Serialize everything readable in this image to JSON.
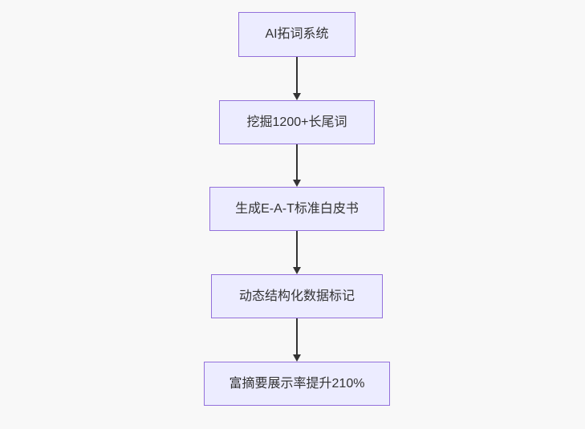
{
  "diagram": {
    "type": "flowchart",
    "direction": "top-down",
    "colors": {
      "background": "#f8f8f8",
      "node_fill": "#ECECFF",
      "node_border": "#9370DB",
      "node_text": "#333333",
      "arrow": "#333333"
    },
    "nodes": [
      {
        "id": "A",
        "label": "AI拓词系统"
      },
      {
        "id": "B",
        "label": "挖掘1200+长尾词"
      },
      {
        "id": "C",
        "label": "生成E-A-T标准白皮书"
      },
      {
        "id": "D",
        "label": "动态结构化数据标记"
      },
      {
        "id": "E",
        "label": "富摘要展示率提升210%"
      }
    ],
    "edges": [
      {
        "from": "A",
        "to": "B"
      },
      {
        "from": "B",
        "to": "C"
      },
      {
        "from": "C",
        "to": "D"
      },
      {
        "from": "D",
        "to": "E"
      }
    ]
  }
}
